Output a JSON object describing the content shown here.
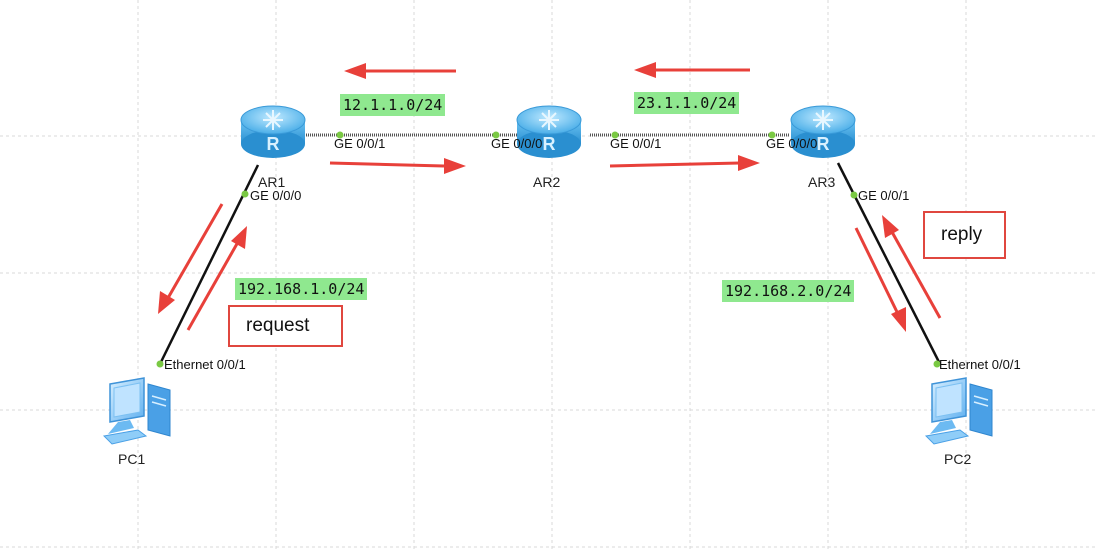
{
  "devices": {
    "ar1": {
      "label": "AR1"
    },
    "ar2": {
      "label": "AR2"
    },
    "ar3": {
      "label": "AR3"
    },
    "pc1": {
      "label": "PC1"
    },
    "pc2": {
      "label": "PC2"
    }
  },
  "ports": {
    "ar1_ge001": "GE 0/0/1",
    "ar1_ge000": "GE 0/0/0",
    "ar2_ge000": "GE 0/0/0",
    "ar2_ge001": "GE 0/0/1",
    "ar3_ge000": "GE 0/0/0",
    "ar3_ge001": "GE 0/0/1",
    "pc1_eth": "Ethernet 0/0/1",
    "pc2_eth": "Ethernet 0/0/1"
  },
  "networks": {
    "net_ar1_ar2": "12.1.1.0/24",
    "net_ar2_ar3": "23.1.1.0/24",
    "net_pc1": "192.168.1.0/24",
    "net_pc2": "192.168.2.0/24"
  },
  "notes": {
    "request": "request",
    "reply": "reply"
  },
  "colors": {
    "arrow": "#e8403a",
    "network_label_bg": "#8fe88f",
    "port_dot": "#7ac943",
    "router": "#4aaee8",
    "pc": "#5fb0f0"
  }
}
